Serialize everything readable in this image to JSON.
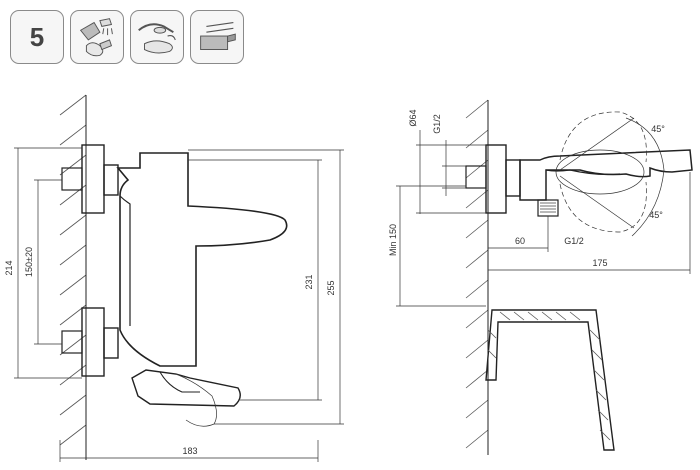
{
  "badges": {
    "warranty_years": "5"
  },
  "icons": [
    "warranty-5-badge",
    "water-saving-icon",
    "easy-clean-icon",
    "wall-mounted-icon"
  ],
  "left_view": {
    "dim_width": "183",
    "dim_height_214": "214",
    "dim_spacing": "150±20",
    "dim_height_231": "231",
    "dim_height_255": "255"
  },
  "right_view": {
    "dim_diameter": "Ø64",
    "dim_thread_top": "G1/2",
    "dim_thread_bottom": "G1/2",
    "dim_min": "Min 150",
    "dim_60": "60",
    "dim_175": "175",
    "angle_top": "45°",
    "angle_bottom": "45°"
  }
}
